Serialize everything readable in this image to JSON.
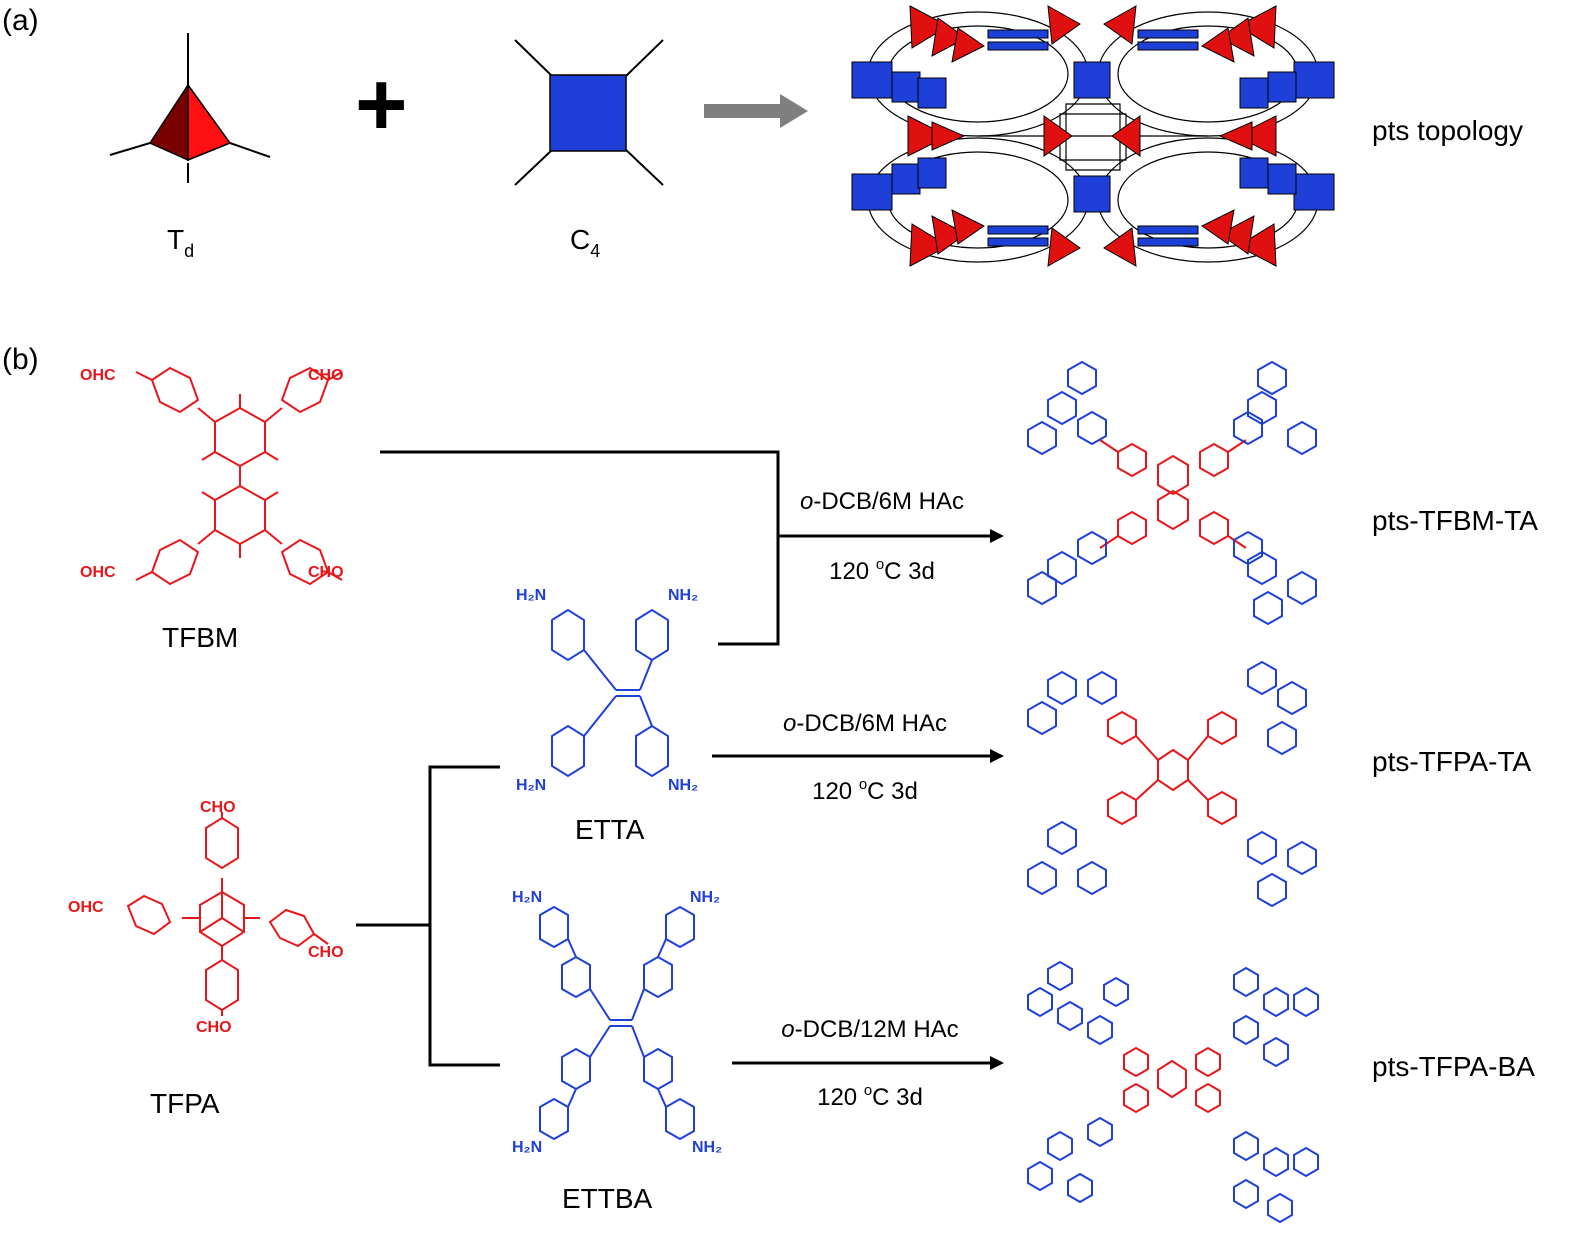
{
  "panel_a": {
    "label": "(a)",
    "td_main": "T",
    "td_sub": "d",
    "c4_main": "C",
    "c4_sub": "4",
    "plus": "+",
    "topology_label": "pts topology"
  },
  "panel_b": {
    "label": "(b)",
    "monomers": {
      "tfbm": "TFBM",
      "tfpa": "TFPA",
      "etta": "ETTA",
      "ettba": "ETTBA"
    },
    "groups": {
      "cho": "CHO",
      "ohc": "OHC",
      "h2n": "H₂N",
      "nh2": "NH₂"
    },
    "reactions": [
      {
        "solvent_italic": "o",
        "solvent_rest": "-DCB/6M HAc",
        "temp": "120 ",
        "temp_sup": "o",
        "temp_rest": "C 3d",
        "product": "pts-TFBM-TA"
      },
      {
        "solvent_italic": "o",
        "solvent_rest": "-DCB/6M HAc",
        "temp": "120 ",
        "temp_sup": "o",
        "temp_rest": "C 3d",
        "product": "pts-TFPA-TA"
      },
      {
        "solvent_italic": "o",
        "solvent_rest": "-DCB/12M HAc",
        "temp": "120 ",
        "temp_sup": "o",
        "temp_rest": "C 3d",
        "product": "pts-TFPA-BA"
      }
    ]
  },
  "colors": {
    "red": "#e8161b",
    "dark_red": "#7a0000",
    "blue": "#1e3fd8",
    "arrow_gray": "#7f7f7f"
  }
}
